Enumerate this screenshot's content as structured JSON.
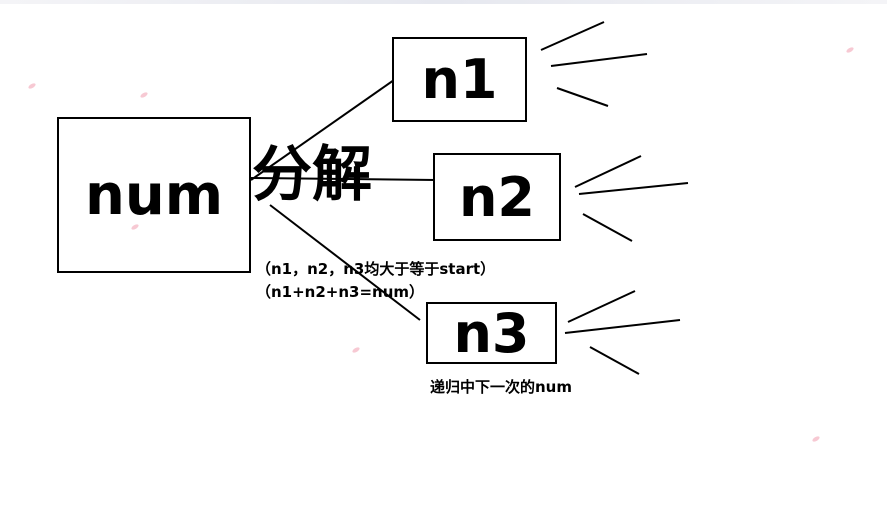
{
  "diagram": {
    "source_box": "num",
    "operation_label": "分解",
    "condition_line1": "（n1，n2，n3均大于等于start）",
    "condition_line2": "（n1+n2+n3=num）",
    "parts": [
      {
        "label": "n1"
      },
      {
        "label": "n2"
      },
      {
        "label": "n3"
      }
    ],
    "n3_note": "递归中下一次的num"
  },
  "colors": {
    "stroke": "#000000",
    "background": "#ffffff",
    "petal": "#f7c9d3"
  }
}
